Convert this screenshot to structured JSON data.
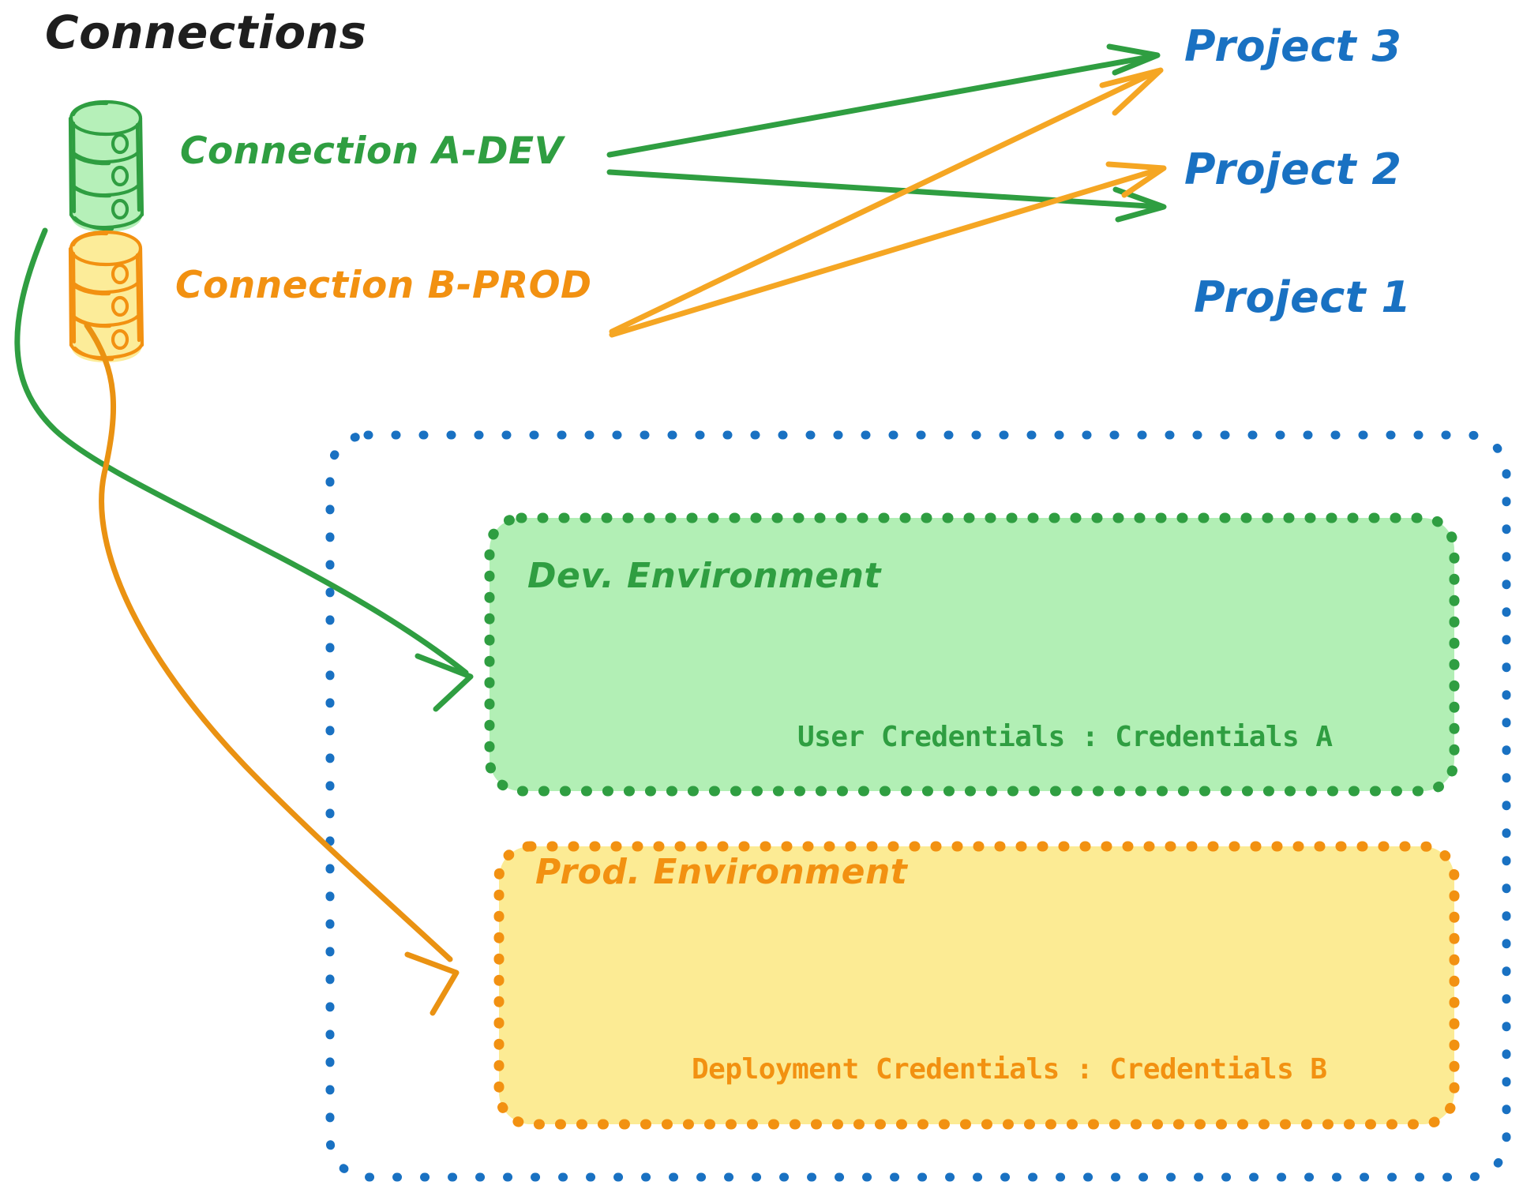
{
  "diagram": {
    "title": "Connections",
    "colors": {
      "green_stroke": "#2f9e41",
      "green_fill": "#b2efb5",
      "orange_stroke": "#f29111",
      "orange_fill": "#fceb94",
      "blue": "#1971c2",
      "black": "#1e1e1e"
    }
  },
  "connections": [
    {
      "id": "a-dev",
      "label": "Connection A-DEV",
      "icon": "database-icon",
      "color": "#2f9e41"
    },
    {
      "id": "b-prod",
      "label": "Connection B-PROD",
      "icon": "database-icon",
      "color": "#f29111"
    }
  ],
  "projects": [
    {
      "id": "project-3",
      "label": "Project 3"
    },
    {
      "id": "project-2",
      "label": "Project 2"
    },
    {
      "id": "project-1",
      "label": "Project 1"
    }
  ],
  "project1": {
    "label": "Project 1",
    "environments": [
      {
        "id": "dev",
        "title": "Dev. Environment",
        "credentials_label": "User Credentials",
        "credentials_value": "Credentials A",
        "credentials_text": "User Credentials : Credentials A",
        "color": "#2f9e41",
        "fill": "#b2efb5"
      },
      {
        "id": "prod",
        "title": "Prod. Environment",
        "credentials_label": "Deployment Credentials",
        "credentials_value": "Credentials B",
        "credentials_text": "Deployment Credentials : Credentials B",
        "color": "#f29111",
        "fill": "#fceb94"
      }
    ]
  },
  "edges": [
    {
      "id": "a-dev-to-project-3",
      "from": "Connection A-DEV",
      "to": "Project 3",
      "color": "#2f9e41"
    },
    {
      "id": "a-dev-to-project-2",
      "from": "Connection A-DEV",
      "to": "Project 2",
      "color": "#2f9e41"
    },
    {
      "id": "a-dev-to-dev-environment",
      "from": "Connection A-DEV",
      "to": "Dev. Environment",
      "color": "#2f9e41"
    },
    {
      "id": "b-prod-to-project-3",
      "from": "Connection B-PROD",
      "to": "Project 3",
      "color": "#f29111"
    },
    {
      "id": "b-prod-to-project-2",
      "from": "Connection B-PROD",
      "to": "Project 2",
      "color": "#f29111"
    },
    {
      "id": "b-prod-to-prod-environment",
      "from": "Connection B-PROD",
      "to": "Prod. Environment",
      "color": "#f29111"
    }
  ]
}
